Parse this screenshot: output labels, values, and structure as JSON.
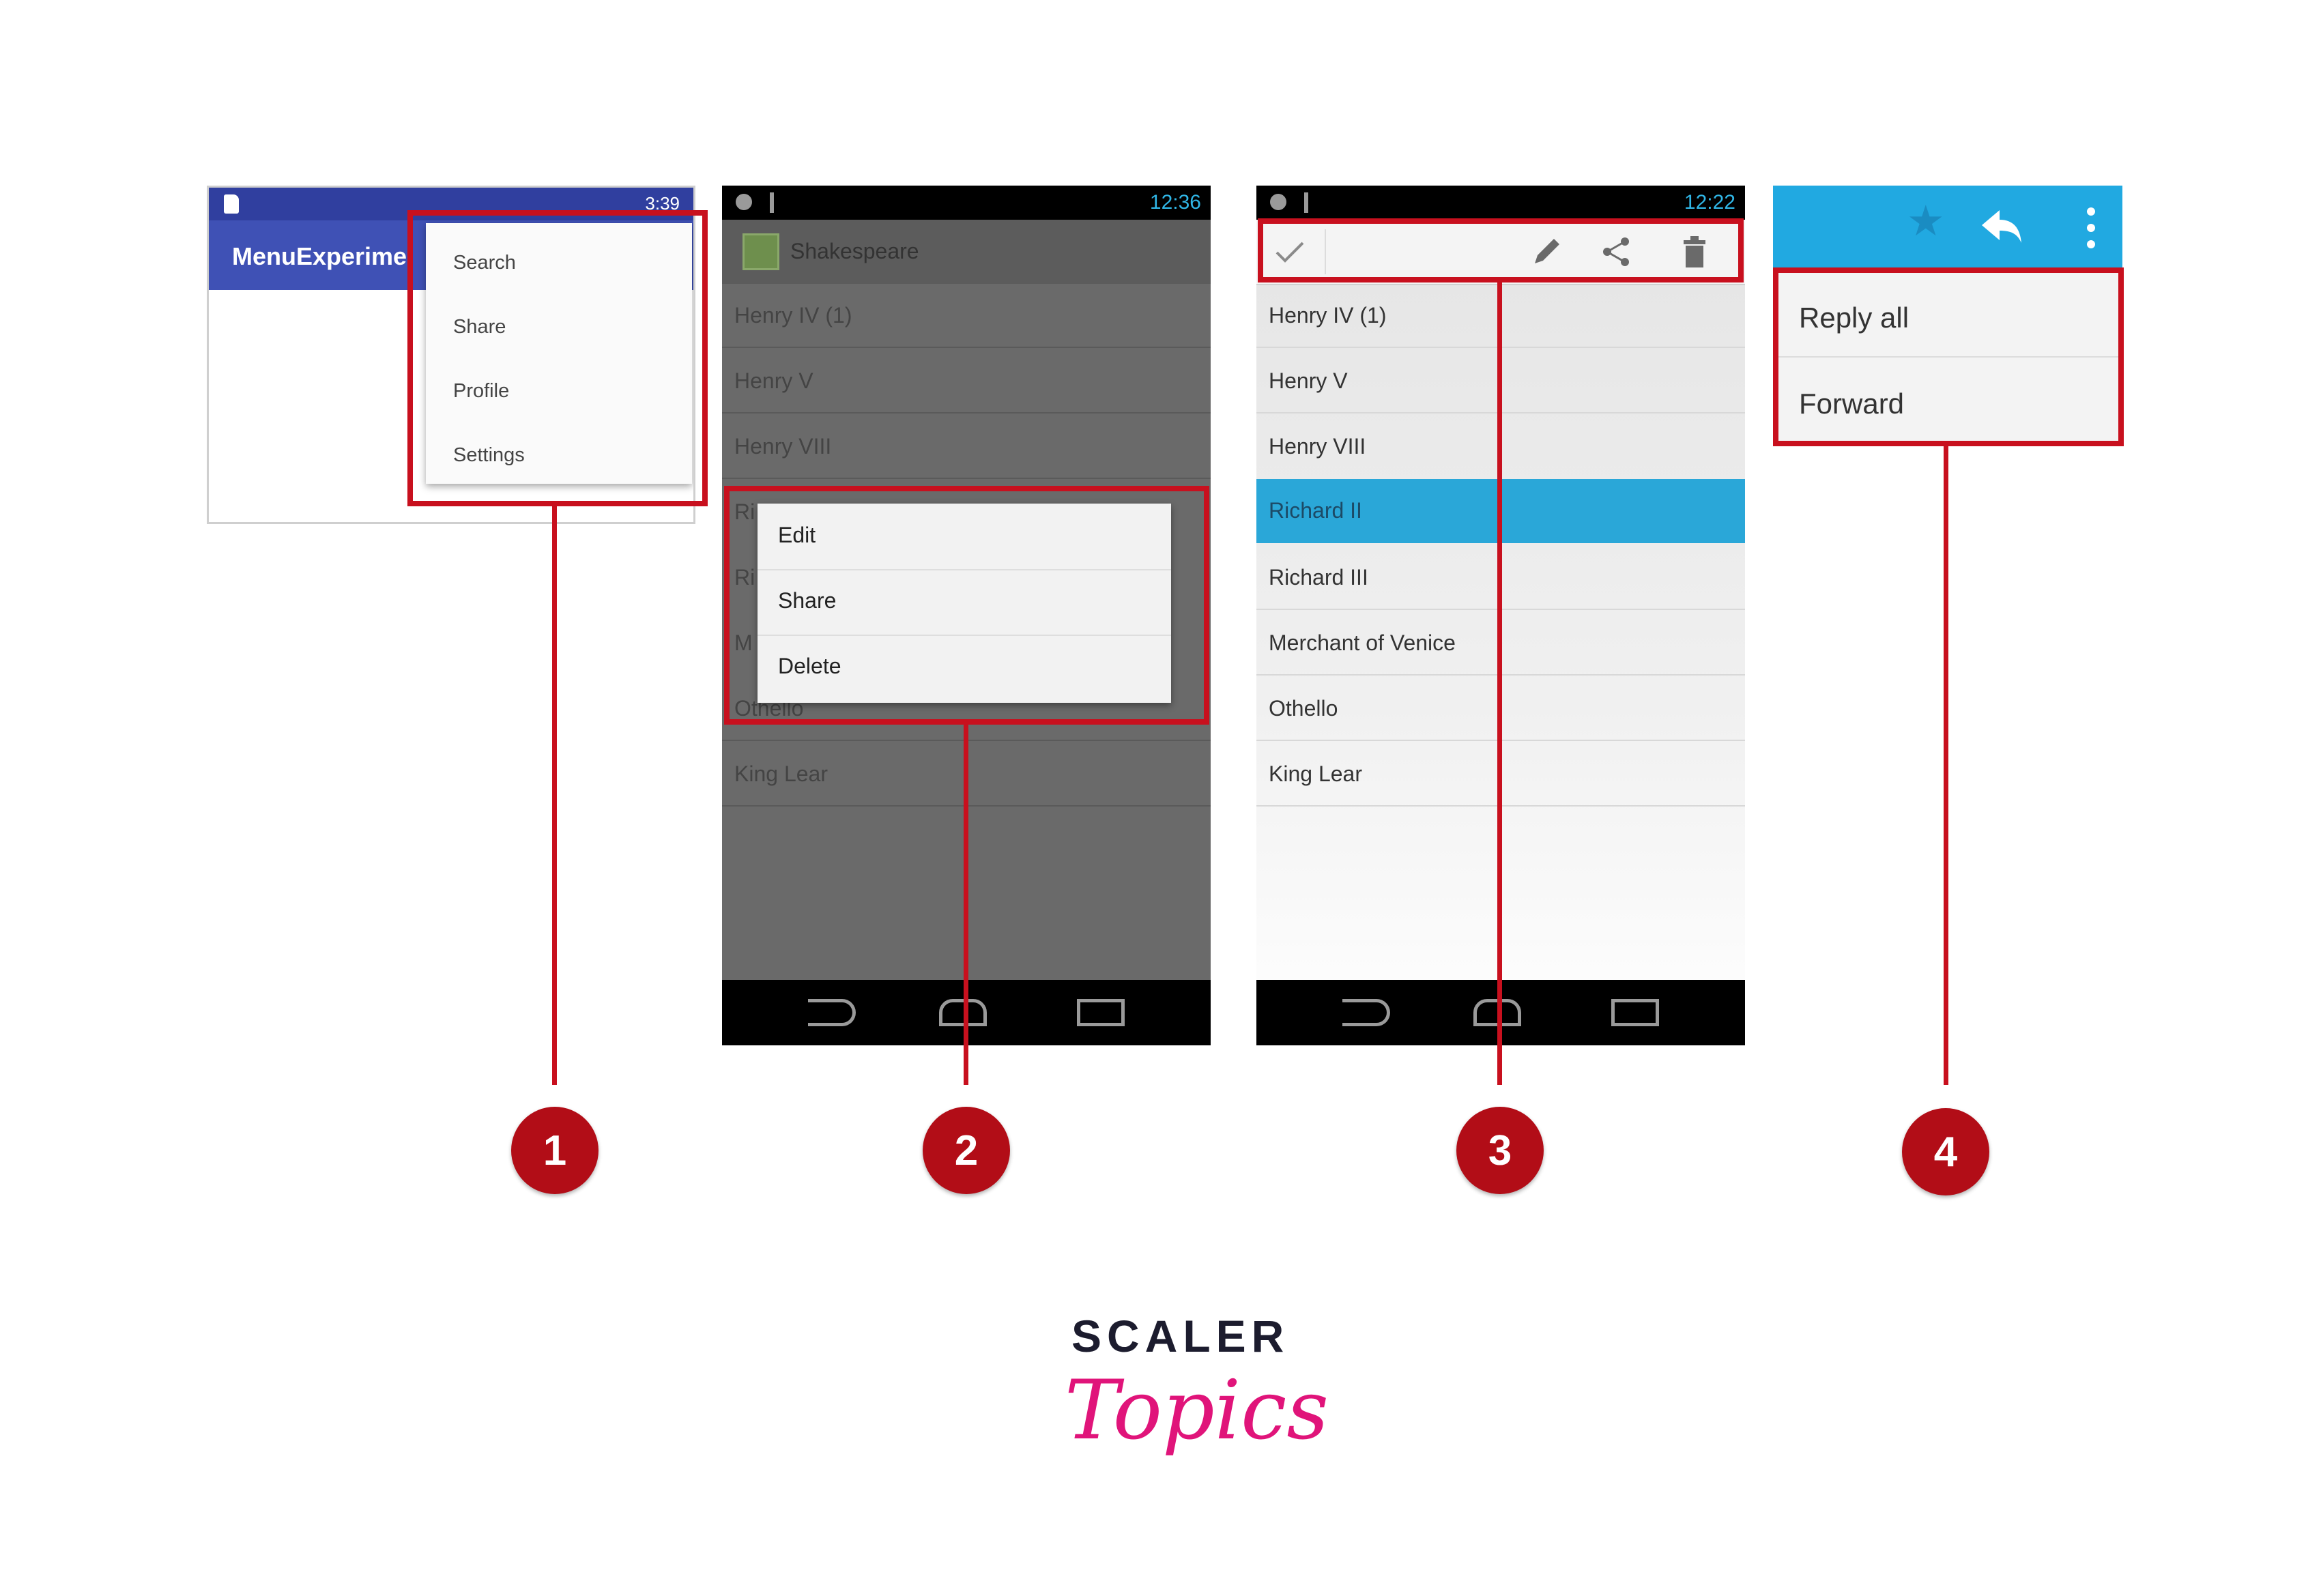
{
  "panel1": {
    "status_time": "3:39",
    "app_title": "MenuExperime",
    "menu": [
      "Search",
      "Share",
      "Profile",
      "Settings"
    ],
    "colors": {
      "appbar": "#3f51b5",
      "statusbar": "#303f9f"
    }
  },
  "panel2": {
    "status_time": "12:36",
    "app_title": "Shakespeare",
    "rows": [
      "Henry IV (1)",
      "Henry V",
      "Henry VIII",
      "Ri",
      "Ri",
      "M",
      "Othello",
      "King Lear"
    ],
    "context_menu": [
      "Edit",
      "Share",
      "Delete"
    ]
  },
  "panel3": {
    "status_time": "12:22",
    "rows": [
      "Henry IV (1)",
      "Henry V",
      "Henry VIII",
      "Richard II",
      "Richard III",
      "Merchant of Venice",
      "Othello",
      "King Lear"
    ],
    "selected_row": "Richard II",
    "toolbar_icons": [
      "check-icon",
      "pencil-icon",
      "share-icon",
      "trash-icon"
    ],
    "colors": {
      "selected": "#2aa7d8"
    }
  },
  "panel4": {
    "toolbar_icons": [
      "star-icon",
      "reply-icon",
      "overflow-icon"
    ],
    "menu": [
      "Reply all",
      "Forward"
    ],
    "colors": {
      "toolbar": "#21a9e1"
    }
  },
  "callouts": [
    "1",
    "2",
    "3",
    "4"
  ],
  "logo": {
    "line1": "SCALER",
    "line2": "Topics"
  },
  "colors": {
    "highlight": "#c8101e",
    "logo_dark": "#1c1c2e",
    "logo_pink": "#e0147a"
  }
}
